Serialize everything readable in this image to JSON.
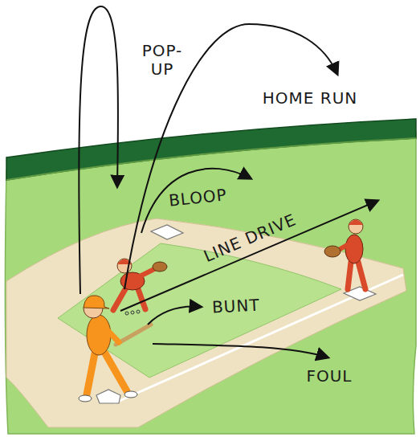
{
  "diagram": {
    "labels": [
      "POP- UP",
      "HOME RUN",
      "BLOOP",
      "LINE DRIVE",
      "BUNT",
      "FOUL"
    ]
  }
}
